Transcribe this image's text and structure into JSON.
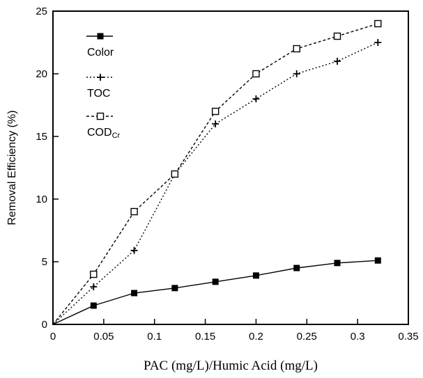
{
  "chart_data": {
    "type": "line",
    "xlabel": "PAC (mg/L)/Humic Acid (mg/L)",
    "ylabel": "Removal Efficiency (%)",
    "xlim": [
      0,
      0.35
    ],
    "ylim": [
      0,
      25
    ],
    "x_ticks": [
      "0",
      "0.05",
      "0.1",
      "0.15",
      "0.2",
      "0.25",
      "0.3",
      "0.35"
    ],
    "y_ticks": [
      "0",
      "5",
      "10",
      "15",
      "20",
      "25"
    ],
    "grid": false,
    "legend_placement": "top-left",
    "x": [
      0,
      0.04,
      0.08,
      0.12,
      0.16,
      0.2,
      0.24,
      0.28,
      0.32
    ],
    "series": [
      {
        "name": "Color",
        "marker": "filled-square",
        "line_style": "solid",
        "values": [
          0,
          1.5,
          2.5,
          2.9,
          3.4,
          3.9,
          4.5,
          4.9,
          5.1
        ]
      },
      {
        "name": "TOC",
        "marker": "plus",
        "line_style": "dotted",
        "values": [
          0,
          3.0,
          5.9,
          12.0,
          16.0,
          18.0,
          20.0,
          21.0,
          22.5
        ]
      },
      {
        "name": "COD",
        "name_subscript": "Cr",
        "marker": "open-square",
        "line_style": "dashed",
        "values": [
          0,
          4.0,
          9.0,
          12.0,
          17.0,
          20.0,
          22.0,
          23.0,
          24.0
        ]
      }
    ]
  }
}
